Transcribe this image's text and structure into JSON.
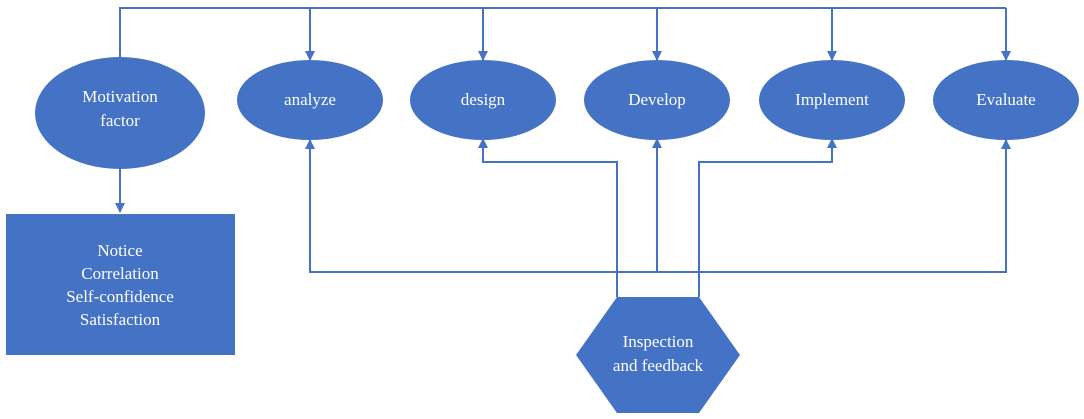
{
  "colors": {
    "node_fill": "#4472c4",
    "line": "#4472c4",
    "text": "#ffffff"
  },
  "motivation": {
    "lines": [
      "Motivation",
      "factor"
    ]
  },
  "factors_box": {
    "lines": [
      "Notice",
      "Correlation",
      "Self-confidence",
      "Satisfaction"
    ]
  },
  "phases": [
    {
      "label": "analyze"
    },
    {
      "label": "design"
    },
    {
      "label": "Develop"
    },
    {
      "label": "Implement"
    },
    {
      "label": "Evaluate"
    }
  ],
  "inspection": {
    "lines": [
      "Inspection",
      "and feedback"
    ]
  }
}
